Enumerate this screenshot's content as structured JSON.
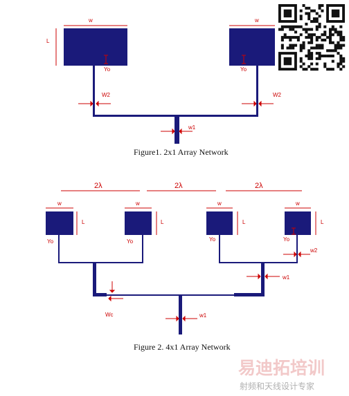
{
  "colors": {
    "patch": "#1a1a7a",
    "feed": "#1a1a7a",
    "annotation": "#cc0000",
    "qr": "#111111"
  },
  "figure1": {
    "patch_width_label": "w",
    "patch_length_label": "L",
    "inset_label": "Yo",
    "feed_width2_label": "W2",
    "feed_width1_label": "w1",
    "caption": "Figure1. 2x1 Array Network"
  },
  "figure2": {
    "spacing_label": "2λ",
    "patch_width_label": "w",
    "patch_length_label": "L",
    "inset_label": "Yo",
    "feed_width2_label": "w2",
    "feed_width1_label": "w1",
    "corner_label": "Wc",
    "caption": "Figure 2. 4x1 Array Network"
  },
  "watermark": {
    "title": "易迪拓培训",
    "subtitle": "射频和天线设计专家",
    "qr_icon": "qr-code-icon"
  }
}
